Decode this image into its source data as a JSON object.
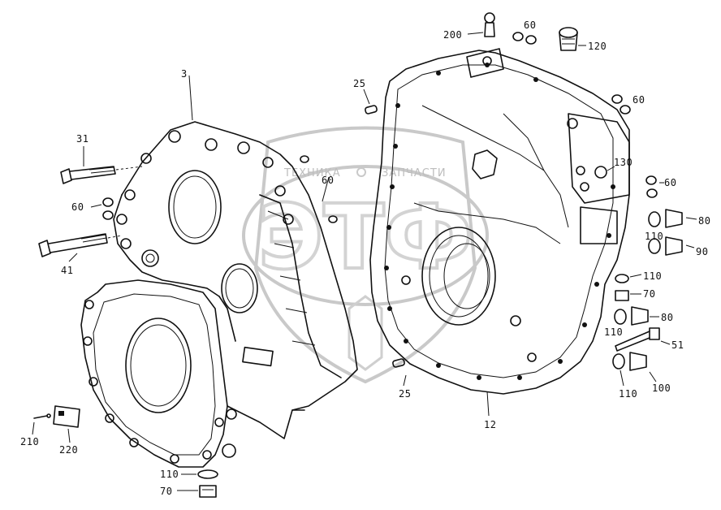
{
  "watermark": {
    "text_left": "ТЕХНИКА",
    "text_right": "ЗАПЧАСТИ",
    "logo_letters": "ЭТФ"
  },
  "callouts": {
    "c3": "3",
    "c31": "31",
    "c60_left": "60",
    "c41": "41",
    "c60_center": "60",
    "c25_top": "25",
    "c200": "200",
    "c60_top": "60",
    "c120": "120",
    "c60_right1": "60",
    "c130": "130",
    "c60_right2": "60",
    "c80_top": "80",
    "c110_a": "110",
    "c90": "90",
    "c110_b": "110",
    "c70_right": "70",
    "c80_mid": "80",
    "c110_c": "110",
    "c51": "51",
    "c100": "100",
    "c110_d": "110",
    "c25_bottom": "25",
    "c12": "12",
    "c210": "210",
    "c220": "220",
    "c110_bottom": "110",
    "c70_bottom": "70"
  }
}
